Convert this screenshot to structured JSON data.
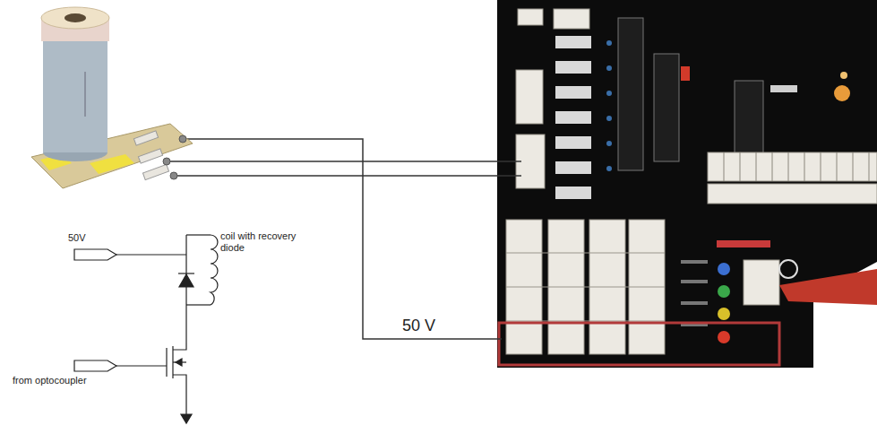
{
  "diagram": {
    "labels": [
      "50V",
      "coil with recovery diode",
      "from optocoupler",
      "50 V"
    ]
  }
}
